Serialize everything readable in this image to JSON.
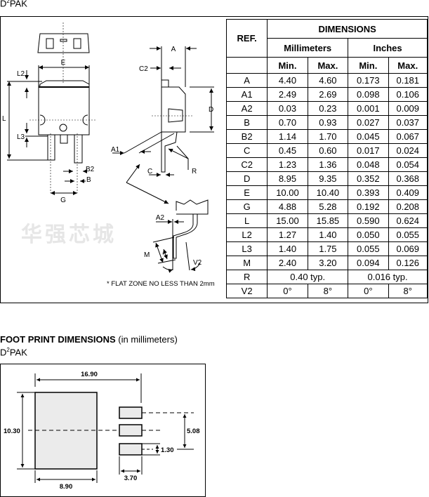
{
  "package": {
    "prefix": "D",
    "superscript": "2",
    "suffix": "PAK"
  },
  "drawing": {
    "labels": {
      "E": "E",
      "L2": "L2",
      "L": "L",
      "L3": "L3",
      "B2": "B2",
      "B": "B",
      "G": "G",
      "A": "A",
      "C2": "C2",
      "D": "D",
      "A1": "A1",
      "C": "C",
      "R": "R",
      "A2": "A2",
      "M": "M",
      "star": "*",
      "V2": "V2"
    },
    "footnote": "* FLAT ZONE NO LESS THAN 2mm",
    "watermark": "华强芯城"
  },
  "table": {
    "ref_header": "REF.",
    "dimensions_header": "DIMENSIONS",
    "mm_header": "Millimeters",
    "in_header": "Inches",
    "min": "Min.",
    "max": "Max.",
    "rows": [
      [
        "A",
        "4.40",
        "4.60",
        "0.173",
        "0.181"
      ],
      [
        "A1",
        "2.49",
        "2.69",
        "0.098",
        "0.106"
      ],
      [
        "A2",
        "0.03",
        "0.23",
        "0.001",
        "0.009"
      ],
      [
        "B",
        "0.70",
        "0.93",
        "0.027",
        "0.037"
      ],
      [
        "B2",
        "1.14",
        "1.70",
        "0.045",
        "0.067"
      ],
      [
        "C",
        "0.45",
        "0.60",
        "0.017",
        "0.024"
      ],
      [
        "C2",
        "1.23",
        "1.36",
        "0.048",
        "0.054"
      ],
      [
        "D",
        "8.95",
        "9.35",
        "0.352",
        "0.368"
      ],
      [
        "E",
        "10.00",
        "10.40",
        "0.393",
        "0.409"
      ],
      [
        "G",
        "4.88",
        "5.28",
        "0.192",
        "0.208"
      ],
      [
        "L",
        "15.00",
        "15.85",
        "0.590",
        "0.624"
      ],
      [
        "L2",
        "1.27",
        "1.40",
        "0.050",
        "0.055"
      ],
      [
        "L3",
        "1.40",
        "1.75",
        "0.055",
        "0.069"
      ],
      [
        "M",
        "2.40",
        "3.20",
        "0.094",
        "0.126"
      ]
    ],
    "typ_rows": [
      {
        "ref": "R",
        "mm": "0.40 typ.",
        "in": "0.016 typ."
      }
    ],
    "v2_row": [
      "V2",
      "0°",
      "8°",
      "0°",
      "8°"
    ]
  },
  "footprint": {
    "title_bold": "FOOT PRINT DIMENSIONS",
    "title_rest": " (in millimeters)",
    "dims": {
      "overall": "16.90",
      "height": "10.30",
      "pad_width": "8.90",
      "lead_pitch": "5.08",
      "lead_width": "1.30",
      "lead_length": "3.70"
    }
  }
}
